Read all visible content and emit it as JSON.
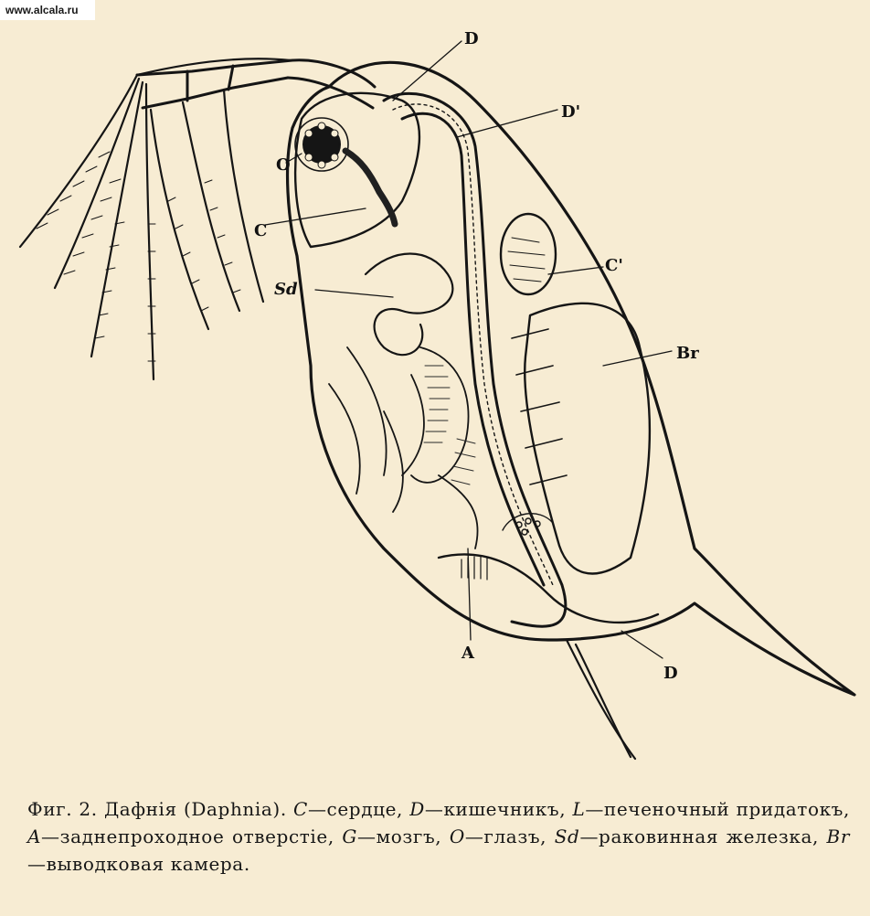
{
  "watermark": "www.alcala.ru",
  "labels": {
    "D_top": "D",
    "D_right": "D'",
    "O": "O",
    "C_left": "C",
    "Sd": "Sd",
    "C_right": "C'",
    "Br": "Br",
    "A": "A",
    "D_bottom": "D"
  },
  "caption": {
    "lead": "Фиг. 2. Дафнія (Daphnia).",
    "entries": [
      {
        "key": "C",
        "text": "—сердце,"
      },
      {
        "key": "D",
        "text": "—кишечникъ,"
      },
      {
        "key": "L",
        "text": "—печеночный придатокъ,"
      },
      {
        "key": "A",
        "text": "—заднепроходное отверстіе,"
      },
      {
        "key": "G",
        "text": "—мозгъ,"
      },
      {
        "key": "O",
        "text": "—глазъ,"
      },
      {
        "key": "Sd",
        "text": "—раковинная железка,"
      },
      {
        "key": "Br",
        "text": "—выводковая камера."
      }
    ]
  },
  "colors": {
    "paper": "#f7ecd3",
    "ink": "#161616"
  }
}
